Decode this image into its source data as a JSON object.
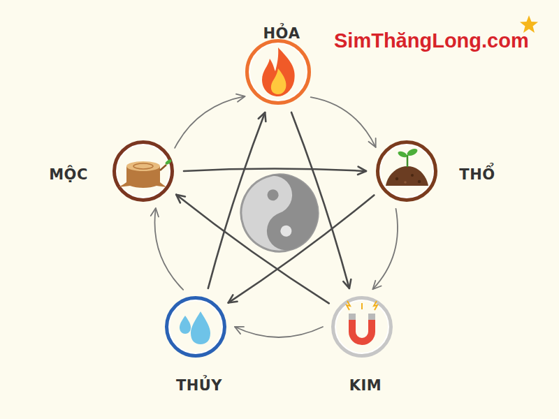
{
  "diagram": {
    "nodes": [
      {
        "text": [
          "HỎA"
        ]
      },
      {
        "text": [
          "MỘC"
        ]
      },
      {
        "text": [
          "THỔ"
        ]
      },
      {
        "text": [
          "THỦY"
        ]
      },
      {
        "text": [
          "KIM"
        ]
      }
    ],
    "edges": [
      {
        "from": 0,
        "to": 2,
        "arrow": "to"
      },
      {
        "from": 2,
        "to": 4,
        "arrow": "to"
      },
      {
        "from": 4,
        "to": 3,
        "arrow": "to"
      },
      {
        "from": 3,
        "to": 1,
        "arrow": "to"
      },
      {
        "from": 1,
        "to": 0,
        "arrow": "to"
      },
      {
        "from": 1,
        "to": 2,
        "arrow": "to"
      },
      {
        "from": 2,
        "to": 3,
        "arrow": "to"
      },
      {
        "from": 3,
        "to": 0,
        "arrow": "to"
      },
      {
        "from": 0,
        "to": 4,
        "arrow": "to"
      },
      {
        "from": 4,
        "to": 1,
        "arrow": "to"
      }
    ],
    "labels": [
      "SimThăngLong.com"
    ]
  }
}
